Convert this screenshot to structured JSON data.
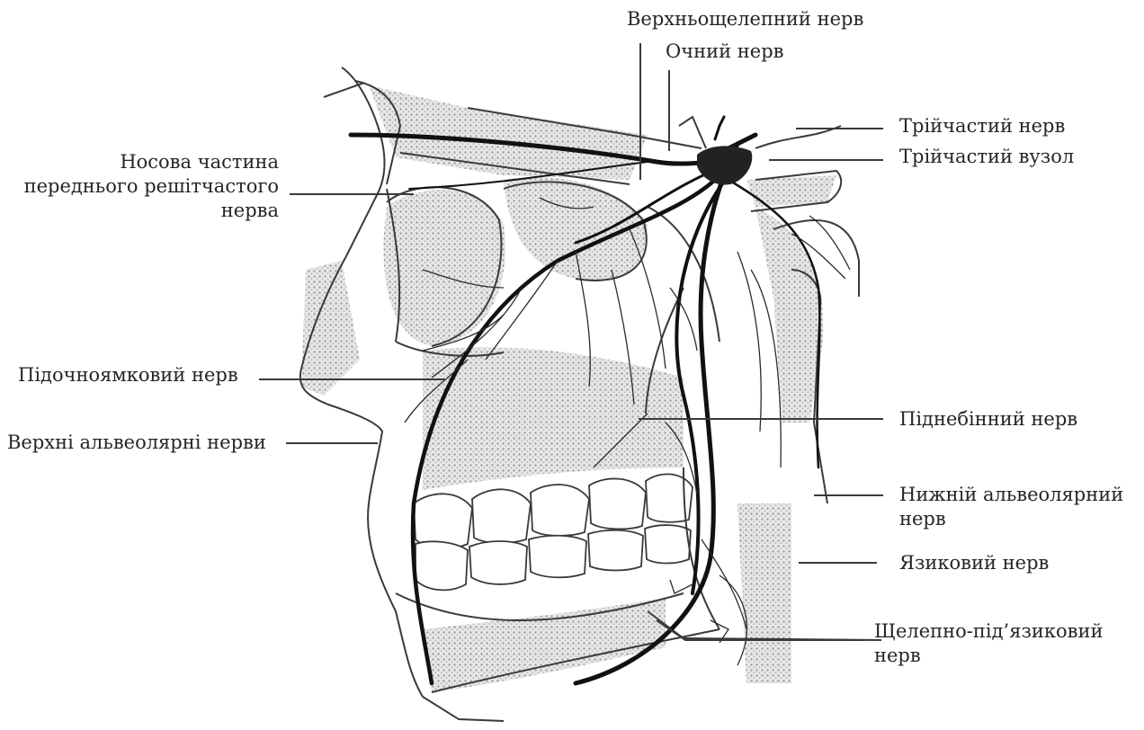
{
  "labels": {
    "maxillary": "Верхньощелепний нерв",
    "ophthalmic": "Очний нерв",
    "trigeminal_nerve": "Трійчастий нерв",
    "trigeminal_ganglion": "Трійчастий вузол",
    "nasal_branch": "Носова частина\nпереднього решітчастого\nнерва",
    "infraorbital": "Підочноямковий нерв",
    "superior_alveolar": "Верхні альвеолярні нерви",
    "palatine": "Піднебінний нерв",
    "inferior_alveolar": "Нижній альвеолярний\nнерв",
    "lingual": "Язиковий нерв",
    "mylohyoid": "Щелепно-під’язиковий\nнерв"
  },
  "colors": {
    "line": "#3a3a3a",
    "nerve": "#111111",
    "shade": "#c9c9c9"
  }
}
